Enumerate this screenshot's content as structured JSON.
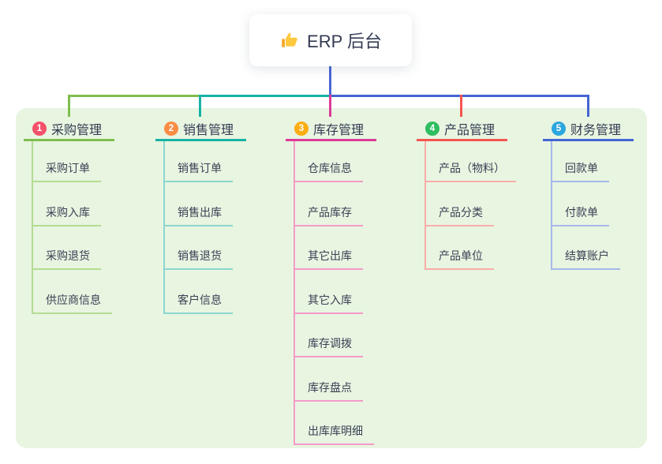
{
  "root": {
    "icon": "thumbs-up-icon",
    "title": "ERP 后台"
  },
  "branches": [
    {
      "badge": "1",
      "label": "采购管理",
      "line_color": "#7FBE4C",
      "child_line_color": "#B4DC92",
      "badge_color": "#F4516B",
      "children": [
        "采购订单",
        "采购入库",
        "采购退货",
        "供应商信息"
      ]
    },
    {
      "badge": "2",
      "label": "销售管理",
      "line_color": "#16B3A6",
      "child_line_color": "#8BD6CF",
      "badge_color": "#FB8C44",
      "children": [
        "销售订单",
        "销售出库",
        "销售退货",
        "客户信息"
      ]
    },
    {
      "badge": "3",
      "label": "库存管理",
      "line_color": "#DC3B99",
      "child_line_color": "#F49AC8",
      "badge_color": "#FCAD12",
      "children": [
        "仓库信息",
        "产品库存",
        "其它出库",
        "其它入库",
        "库存调拨",
        "库存盘点",
        "出库库明细"
      ]
    },
    {
      "badge": "4",
      "label": "产品管理",
      "line_color": "#F4564F",
      "child_line_color": "#F9AEA9",
      "badge_color": "#2FBE61",
      "children": [
        "产品（物料）",
        "产品分类",
        "产品单位"
      ]
    },
    {
      "badge": "5",
      "label": "财务管理",
      "line_color": "#4465D3",
      "child_line_color": "#A7B8EA",
      "badge_color": "#2BA7DF",
      "children": [
        "回款单",
        "付款单",
        "结算账户"
      ]
    }
  ],
  "colors": {
    "canvas": "#FFFFFF",
    "panel": "#E8F5E1",
    "stem": "#4A66D5",
    "text": "#3A4155",
    "title_text": "#343B52",
    "thumb_main": "#FFC83D",
    "thumb_cuff": "#F5A623"
  }
}
